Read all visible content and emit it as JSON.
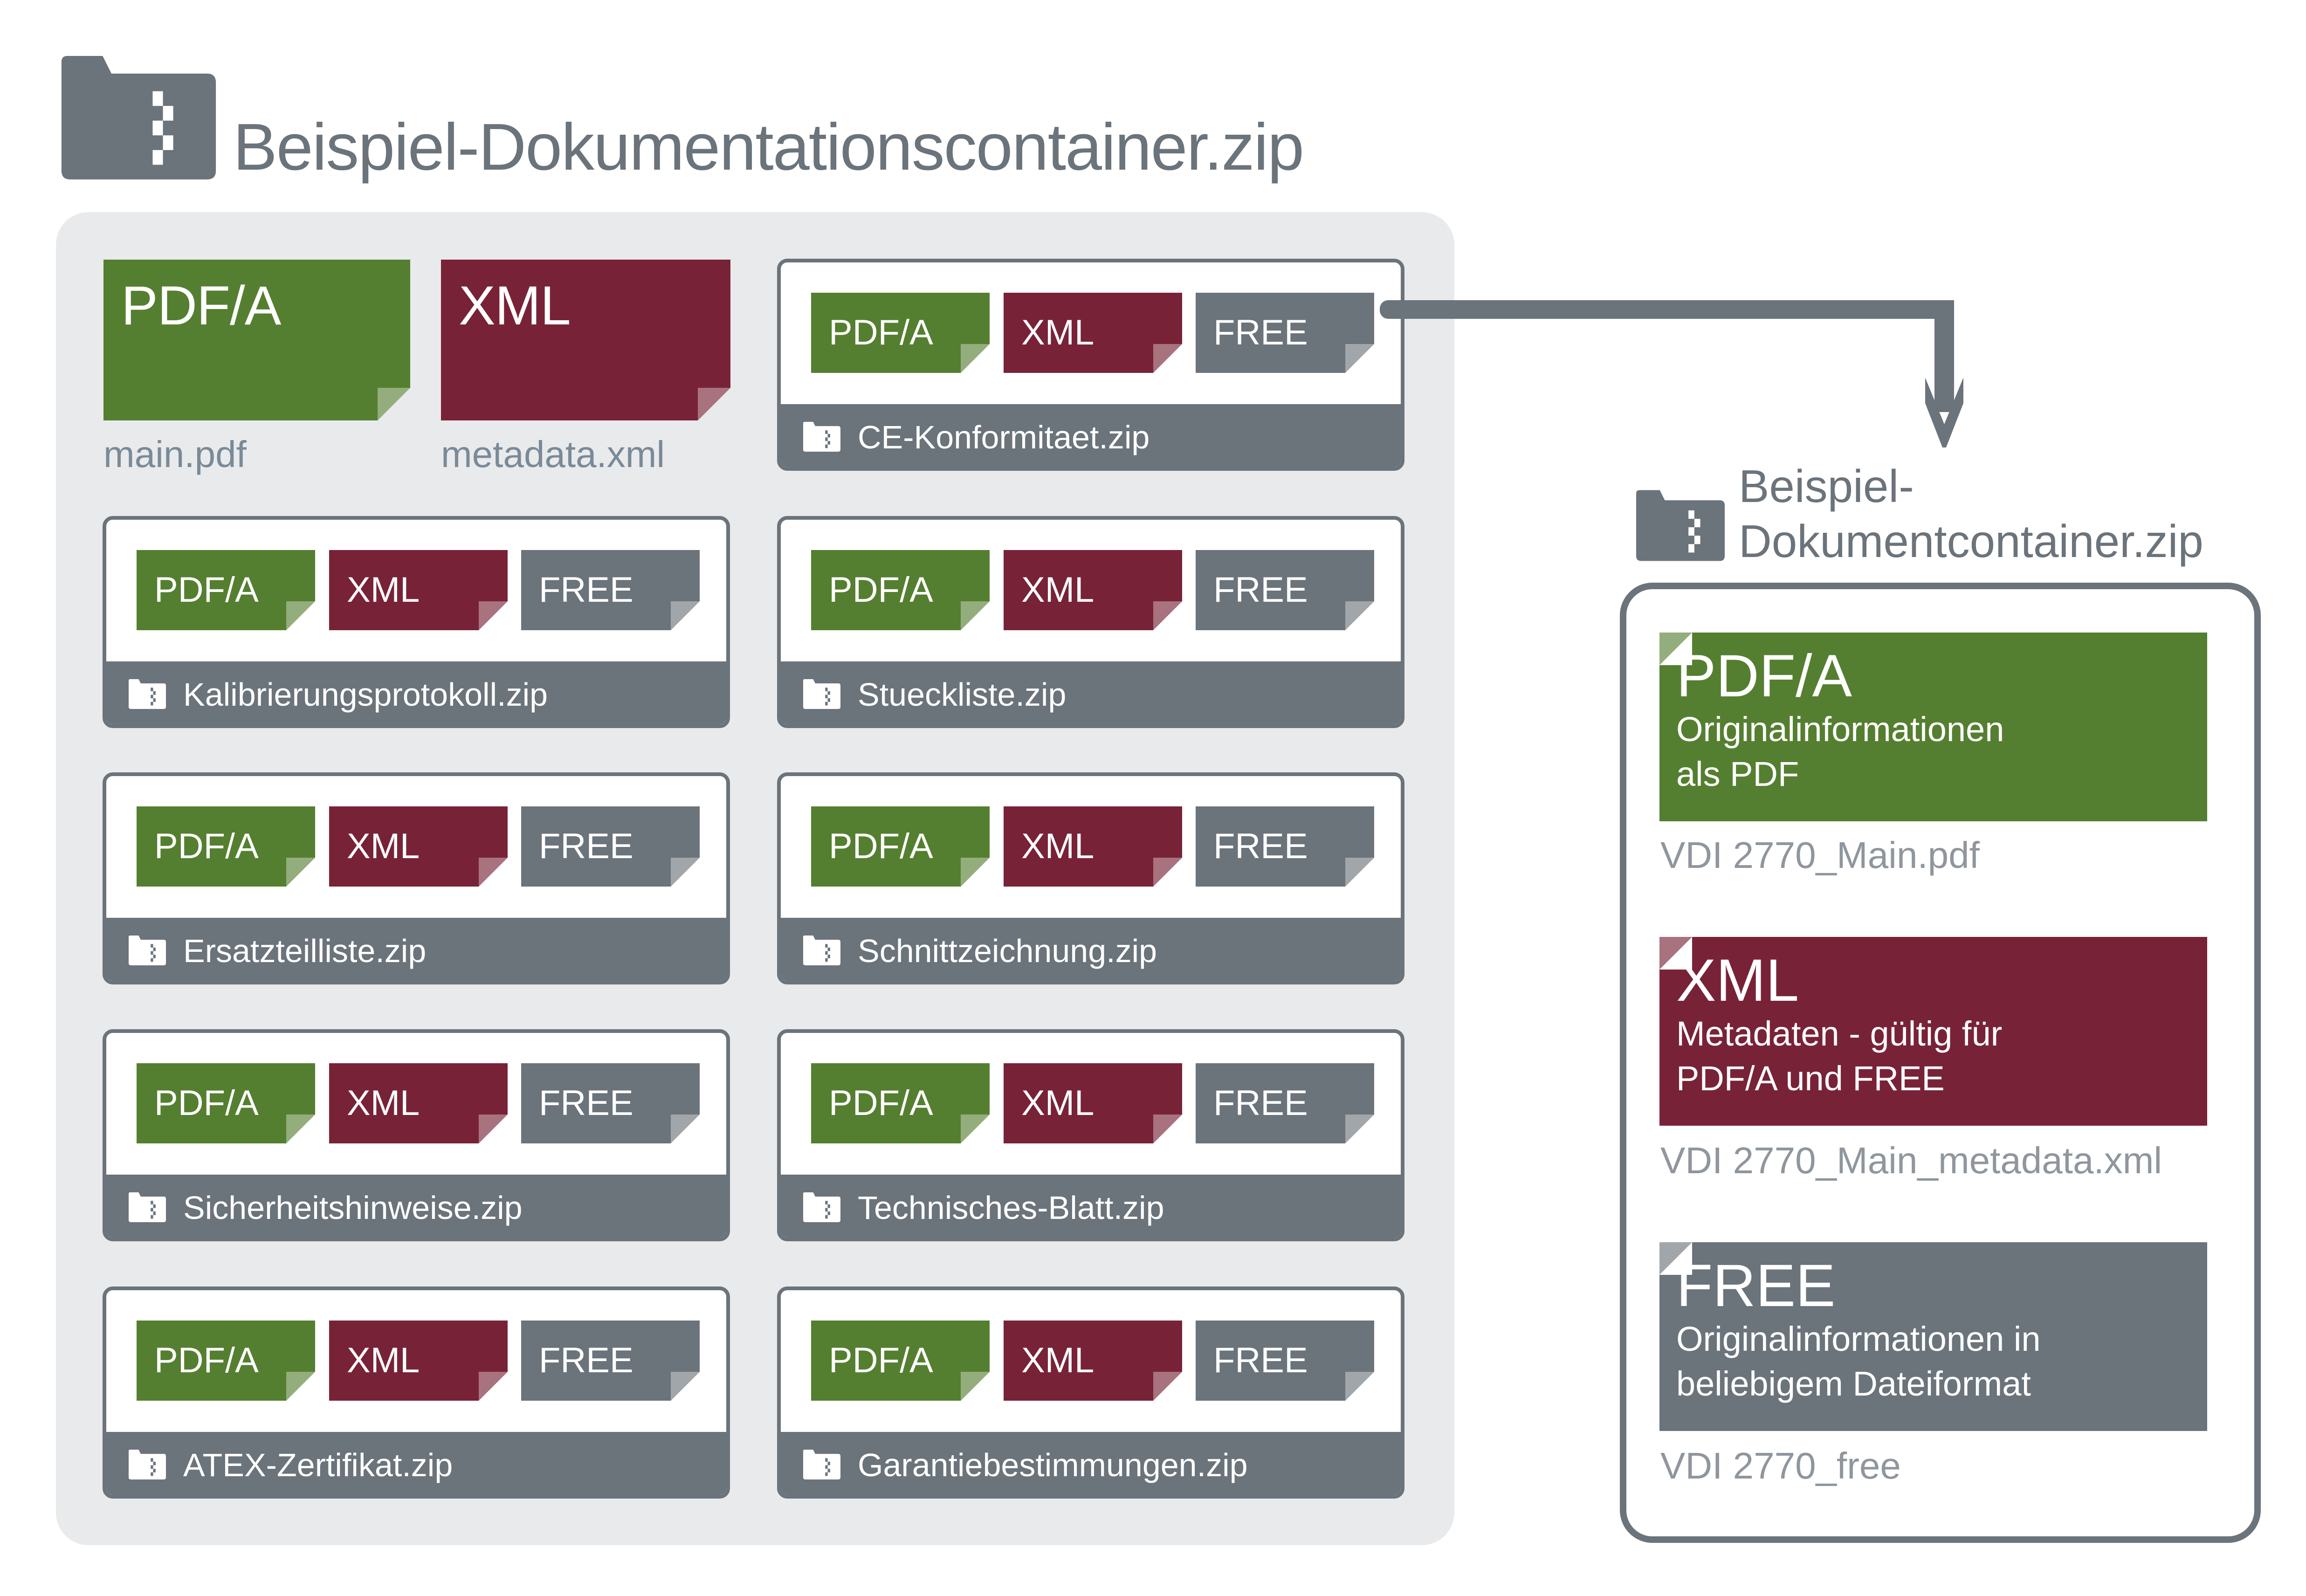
{
  "colors": {
    "pdfa": "#557f30",
    "xml": "#782238",
    "free": "#6b737b",
    "container_bg": "#e9eaec",
    "filename_text": "#7a8a97"
  },
  "main_container": {
    "title": "Beispiel-Dokumentationscontainer.zip",
    "icon": "zip-folder-icon",
    "main_pdf": {
      "label": "PDF/A",
      "filename": "main.pdf"
    },
    "metadata_xml": {
      "label": "XML",
      "filename": "metadata.xml"
    },
    "chip_labels": {
      "pdfa": "PDF/A",
      "xml": "XML",
      "free": "FREE"
    },
    "zip_files": [
      {
        "name": "CE-Konformitaet.zip"
      },
      {
        "name": "Kalibrierungsprotokoll.zip"
      },
      {
        "name": "Stueckliste.zip"
      },
      {
        "name": "Ersatzteilliste.zip"
      },
      {
        "name": "Schnittzeichnung.zip"
      },
      {
        "name": "Sicherheitshinweise.zip"
      },
      {
        "name": "Technisches-Blatt.zip"
      },
      {
        "name": "ATEX-Zertifikat.zip"
      },
      {
        "name": "Garantiebestimmungen.zip"
      }
    ]
  },
  "detail_container": {
    "title_line1": "Beispiel-",
    "title_line2": "Dokumentcontainer.zip",
    "icon": "zip-folder-icon",
    "documents": [
      {
        "type": "PDF/A",
        "description": "Originalinformationen\nals PDF",
        "filename": "VDI 2770_Main.pdf"
      },
      {
        "type": "XML",
        "description": "Metadaten - gültig für\nPDF/A und FREE",
        "filename": "VDI 2770_Main_metadata.xml"
      },
      {
        "type": "FREE",
        "description": "Originalinformationen in\nbeliebigem Dateiformat",
        "filename": "VDI 2770_free"
      }
    ]
  }
}
